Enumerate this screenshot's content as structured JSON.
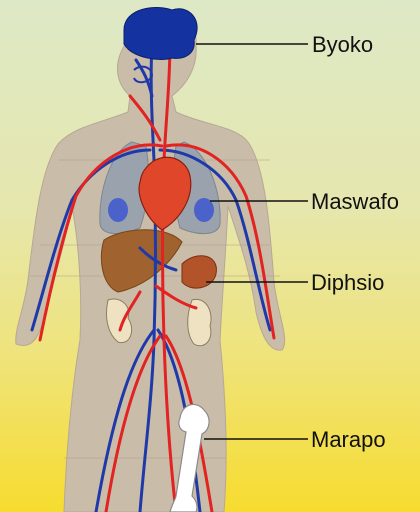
{
  "labels": {
    "brain": "Byoko",
    "lungs": "Maswafo",
    "kidney": "Diphsio",
    "bone": "Marapo"
  }
}
